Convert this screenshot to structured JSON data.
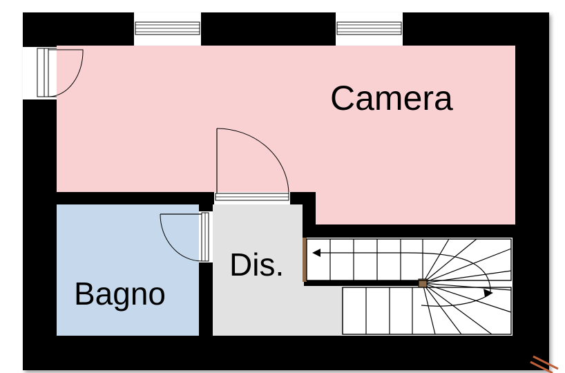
{
  "rooms": {
    "camera": {
      "label": "Camera"
    },
    "bagno": {
      "label": "Bagno"
    },
    "disimpegno": {
      "label": "Dis."
    }
  },
  "colors": {
    "wall": "#000000",
    "camera_fill": "#f9d1d2",
    "bagno_fill": "#c5d8ec",
    "dis_fill": "#e2e2e2",
    "stair_fill": "#ffffff",
    "handrail": "#8a6a4a",
    "accent_mark": "#c0603a"
  },
  "icons": {
    "windows": [
      "window-icon",
      "window-icon"
    ],
    "doors": [
      "entrance-door-icon",
      "camera-door-icon",
      "bagno-door-icon"
    ],
    "stairs": [
      "spiral-staircase-icon",
      "direction-arrow-icon"
    ]
  }
}
